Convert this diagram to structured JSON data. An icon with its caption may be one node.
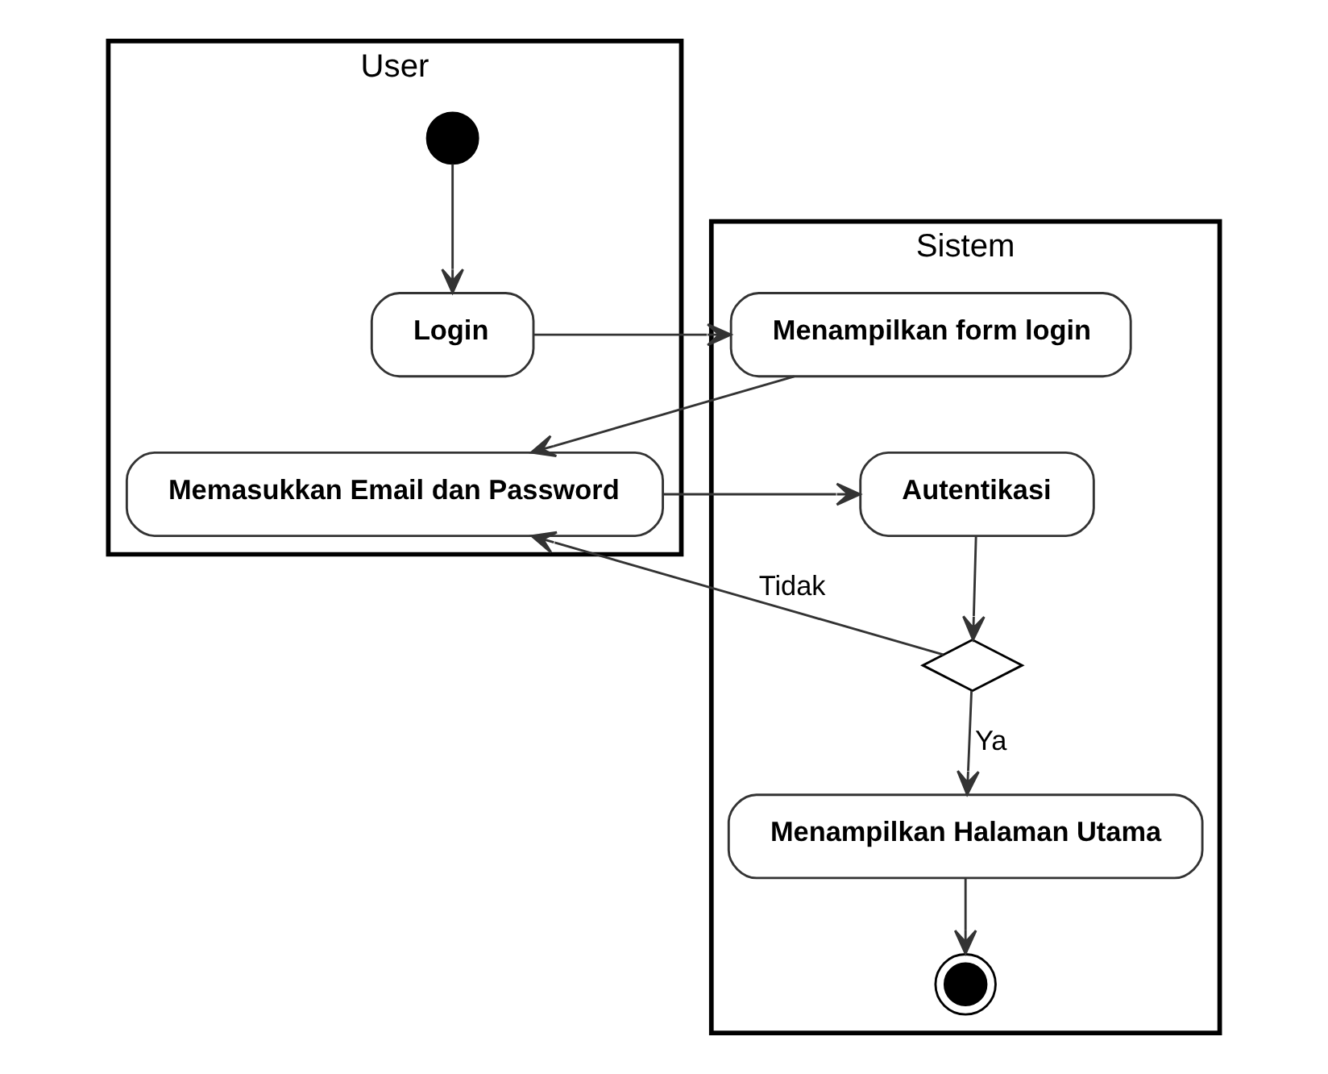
{
  "diagram": {
    "nodes": [
      {
        "text": [
          "User"
        ]
      },
      {
        "text": [
          "Sistem"
        ]
      },
      {
        "text": [],
        "shape": "circle",
        "in": 0
      },
      {
        "text": [
          "Login"
        ],
        "in": 0
      },
      {
        "text": [
          "Menampilkan form login"
        ],
        "in": 1
      },
      {
        "text": [
          "Memasukkan Email dan Password"
        ],
        "in": 0
      },
      {
        "text": [
          "Autentikasi"
        ],
        "in": 1
      },
      {
        "text": [],
        "shape": "diamond",
        "in": 1
      },
      {
        "text": [
          "Menampilkan Halaman Utama"
        ],
        "in": 1
      },
      {
        "text": [],
        "shape": "circle",
        "in": 1
      }
    ],
    "edges": [
      {
        "from": 2,
        "to": 3,
        "arrow": "to"
      },
      {
        "from": 3,
        "to": 4,
        "arrow": "to"
      },
      {
        "from": 4,
        "to": 5,
        "arrow": "to"
      },
      {
        "from": 5,
        "to": 6,
        "arrow": "to"
      },
      {
        "from": 6,
        "to": 7,
        "arrow": "to"
      },
      {
        "from": 7,
        "to": 5,
        "arrow": "to",
        "label": "Tidak"
      },
      {
        "from": 7,
        "to": 8,
        "arrow": "to",
        "label": "Ya"
      },
      {
        "from": 8,
        "to": 9,
        "arrow": "to"
      }
    ]
  }
}
